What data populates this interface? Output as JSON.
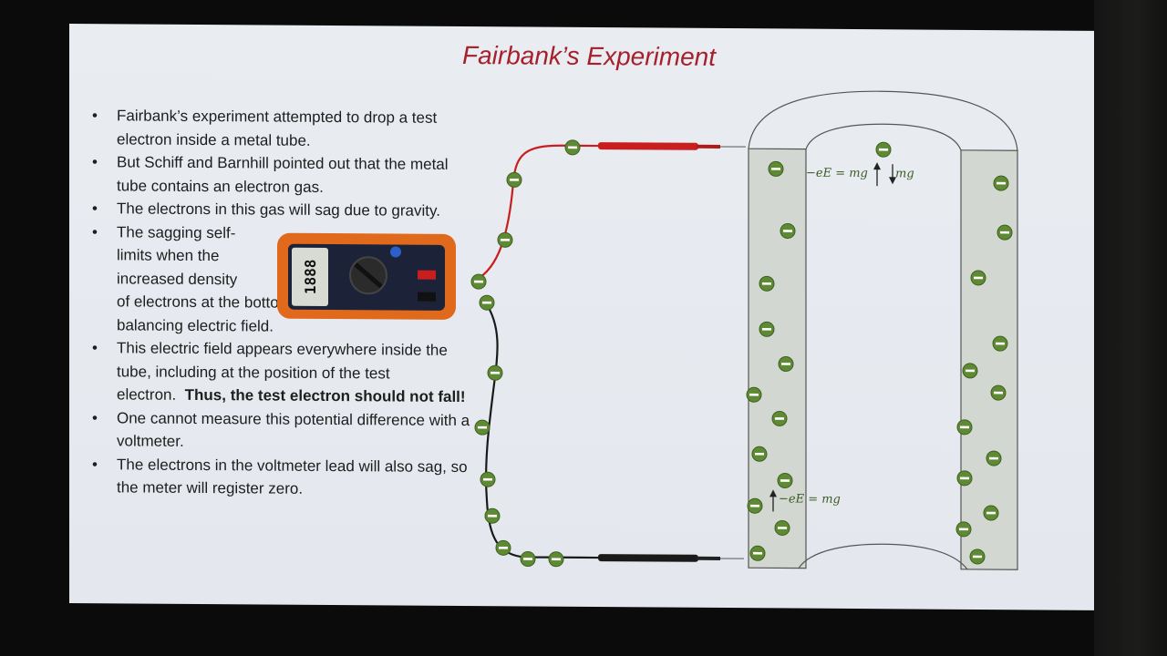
{
  "slide": {
    "title": "Fairbank’s Experiment",
    "bullets": [
      {
        "text": "Fairbank’s experiment attempted to drop a test electron inside a metal tube."
      },
      {
        "text": "But Schiff and Barnhill pointed out that the metal tube contains an electron gas."
      },
      {
        "text": "The electrons in this gas will sag due to gravity."
      },
      {
        "text_a": "The sagging self-limits when the increased density",
        "text_b": "of electrons at the bottom of the tube creates a balancing electric field."
      },
      {
        "text": "This electric field appears everywhere inside the tube, including at the position of the test electron.",
        "bold": "Thus, the test electron should not fall!"
      },
      {
        "text": "One cannot measure this potential difference with a voltmeter."
      },
      {
        "text": "The electrons in the voltmeter lead will also sag, so the meter will register zero."
      }
    ]
  },
  "diagram": {
    "eq_top": "−eE = mg",
    "eq_top_right": "mg",
    "eq_bottom": "−eE = mg",
    "multimeter_display": "1888",
    "electron_symbol": "−",
    "colors": {
      "electron_fill": "#5f8a34",
      "red_lead": "#c81e1e",
      "black_lead": "#1a1a1a",
      "meter_body": "#e0691c",
      "tube_fill": "#d4d8d4",
      "title": "#a5202b"
    }
  }
}
